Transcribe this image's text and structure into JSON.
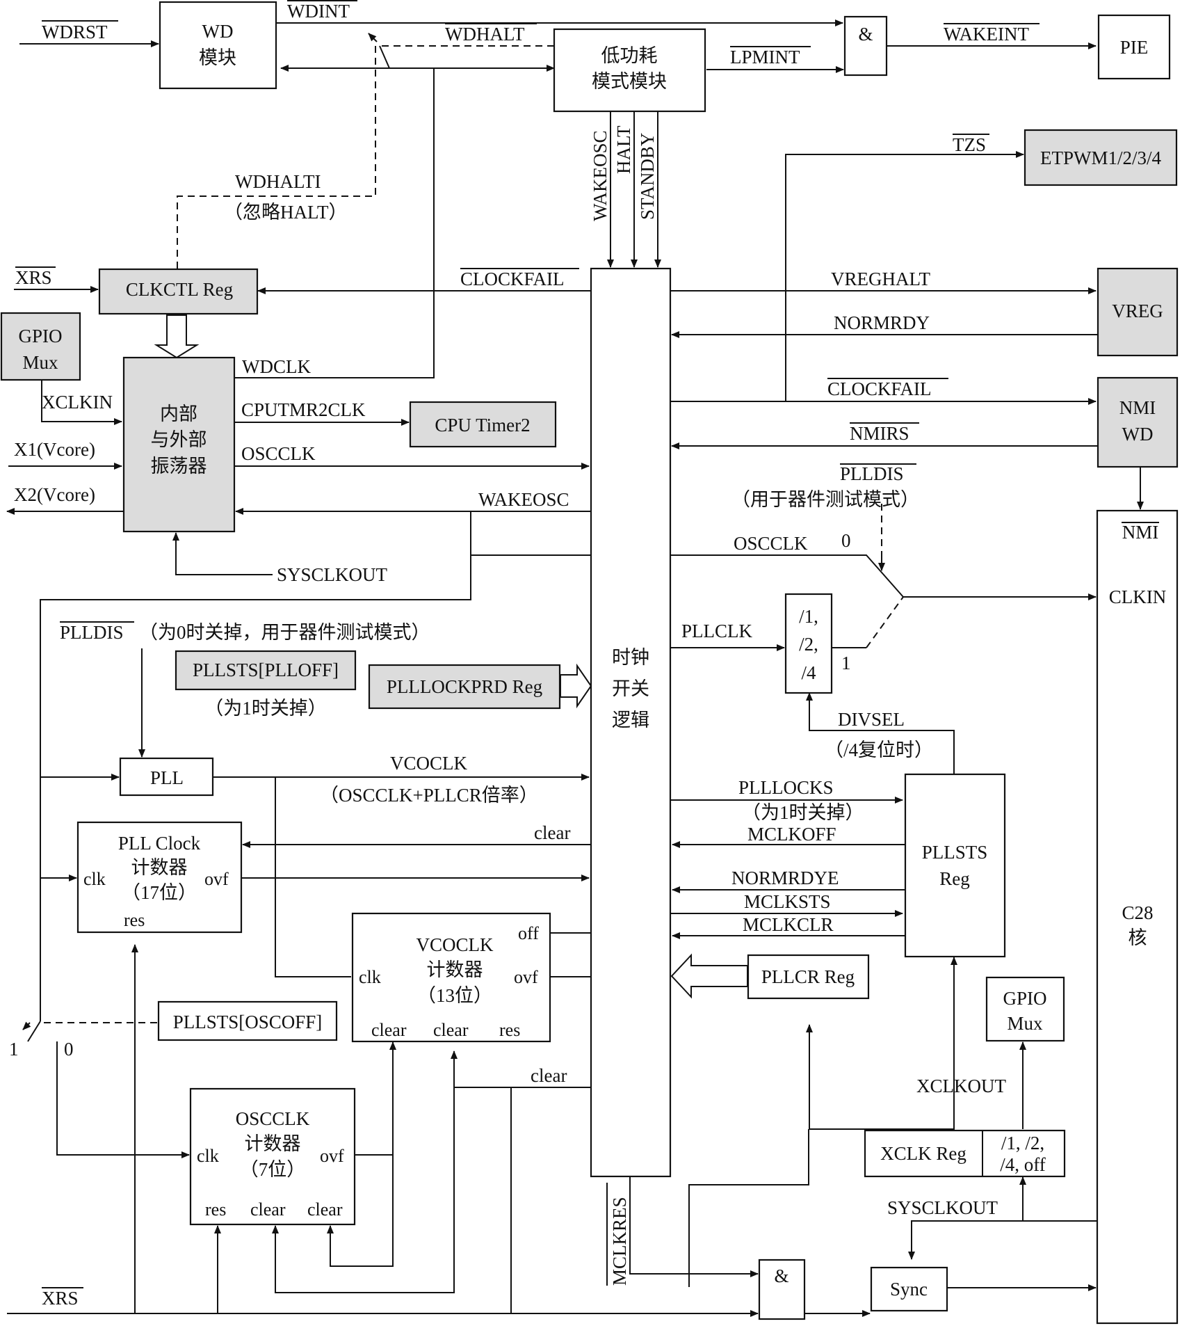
{
  "blocks": {
    "wd": [
      "WD",
      "模块"
    ],
    "lpm": [
      "低功耗",
      "模式模块"
    ],
    "and_top": "&",
    "pie": "PIE",
    "etpwm": "ETPWM1/2/3/4",
    "clkctl": "CLKCTL Reg",
    "gpio_mux_in": [
      "GPIO",
      "Mux"
    ],
    "osc": [
      "内部",
      "与外部",
      "振荡器"
    ],
    "cpu_timer2": "CPU Timer2",
    "vreg": "VREG",
    "nmi_wd": [
      "NMI",
      "WD"
    ],
    "clock_switch": [
      "时钟",
      "开关",
      "逻辑"
    ],
    "pllsts_plloff": "PLLSTS[PLLOFF]",
    "pllsts_plloff_note": "（为1时关掉）",
    "plllockprd": "PLLLOCKPRD Reg",
    "pll": "PLL",
    "divider": [
      "/1,",
      "/2,",
      "/4"
    ],
    "pll_counter": [
      "PLL Clock",
      "计数器",
      "（17位）"
    ],
    "vco_counter": [
      "VCOCLK",
      "计数器",
      "（13位）"
    ],
    "osc_counter": [
      "OSCCLK",
      "计数器",
      "（7位）"
    ],
    "pllsts_oscoff": "PLLSTS[OSCOFF]",
    "pllcr": "PLLCR Reg",
    "pllsts_reg": [
      "PLLSTS",
      "Reg"
    ],
    "gpio_mux_out": [
      "GPIO",
      "Mux"
    ],
    "xclk_reg": "XCLK Reg",
    "xclk_div": [
      "/1, /2,",
      "/4, off"
    ],
    "and_bottom": "&",
    "sync": "Sync",
    "c28": [
      "C28",
      "核"
    ]
  },
  "signals": {
    "wdrst": "WDRST",
    "wdint": "WDINT",
    "wdhalt": "WDHALT",
    "lpmint": "LPMINT",
    "wakeint": "WAKEINT",
    "wakeosc_v": "WAKEOSC",
    "halt_v": "HALT",
    "standby_v": "STANDBY",
    "tzs": "TZS",
    "wdhalti": "WDHALTI",
    "wdhalti_note": "（忽略HALT）",
    "xrs_top": "XRS",
    "clockfail_left": "CLOCKFAIL",
    "vreghalt": "VREGHALT",
    "normrdy": "NORMRDY",
    "clockfail_right": "CLOCKFAIL",
    "nmirs": "NMIRS",
    "wdclk": "WDCLK",
    "xclkin": "XCLKIN",
    "cputmr2clk": "CPUTMR2CLK",
    "x1": "X1(Vcore)",
    "osc_clk": "OSCCLK",
    "x2": "X2(Vcore)",
    "wakeosc_h": "WAKEOSC",
    "plldis_r": "PLLDIS",
    "plldis_r_note": "（用于器件测试模式）",
    "osc_clk_r": "OSCCLK",
    "mux_in0": "0",
    "mux_in1": "1",
    "sysclkout_left": "SYSCLKOUT",
    "nmi": "NMI",
    "clkin": "CLKIN",
    "plldis_l": "PLLDIS",
    "plldis_l_note": "（为0时关掉，用于器件测试模式）",
    "pllclk": "PLLCLK",
    "divsel": "DIVSEL",
    "divsel_note": "（/4复位时）",
    "vcoclk": "VCOCLK",
    "vcoclk_note": "（OSCCLK+PLLCR倍率）",
    "pll_locks": "PLLLOCKS",
    "pll_locks_note": "（为1时关掉）",
    "mclkoff": "MCLKOFF",
    "clear_top": "clear",
    "normrdye": "NORMRDYE",
    "mclksts": "MCLKSTS",
    "mclkclr": "MCLKCLR",
    "clk_pll": "clk",
    "ovf_pll": "ovf",
    "res_pll": "res",
    "clk_vco": "clk",
    "off_vco": "off",
    "ovf_vco": "ovf",
    "clear_vco1": "clear",
    "clear_vco2": "clear",
    "res_vco": "res",
    "clear_mid": "clear",
    "clk_osc": "clk",
    "ovf_osc": "ovf",
    "res_osc": "res",
    "clear_osc1": "clear",
    "clear_osc2": "clear",
    "sel1": "1",
    "sel0": "0",
    "xclkout": "XCLKOUT",
    "sysclkout_right": "SYSCLKOUT",
    "mclkres": "MCLKRES",
    "xrs_bottom": "XRS"
  }
}
